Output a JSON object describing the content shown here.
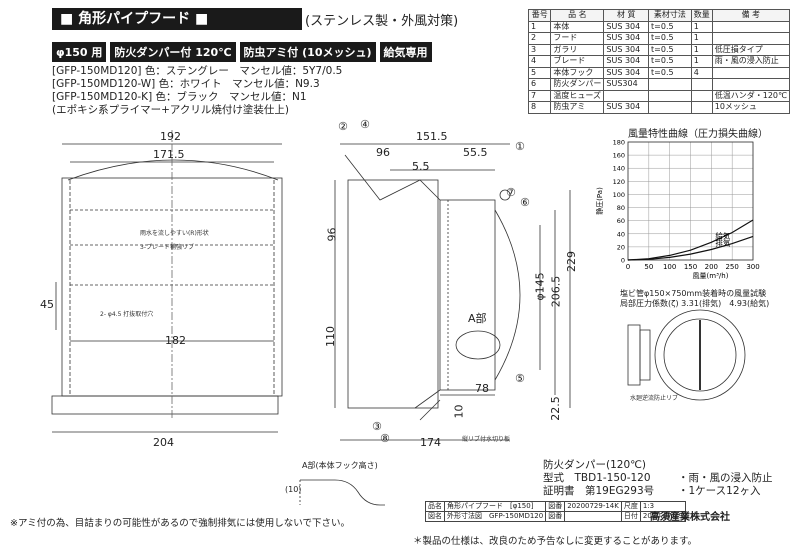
{
  "header": {
    "title": "角形パイプフード",
    "subtitle": "(ステンレス製・外風対策)",
    "badges": [
      "φ150 用",
      "防火ダンパー付 120℃",
      "防虫アミ付 (10メッシュ)",
      "給気専用"
    ],
    "variants": [
      "[GFP-150MD120] 色：ステングレー　マンセル値：5Y7/0.5",
      "[GFP-150MD120-W] 色：ホワイト　マンセル値：N9.3",
      "[GFP-150MD120-K] 色：ブラック　マンセル値：N1",
      "(エポキシ系プライマー+アクリル焼付け塗装仕上)"
    ]
  },
  "parts_table": {
    "headers": [
      "番号",
      "品 名",
      "材 質",
      "素材寸法",
      "数量",
      "備 考"
    ],
    "rows": [
      [
        "1",
        "本体",
        "SUS 304",
        "t=0.5",
        "1",
        ""
      ],
      [
        "2",
        "フード",
        "SUS 304",
        "t=0.5",
        "1",
        ""
      ],
      [
        "3",
        "ガラリ",
        "SUS 304",
        "t=0.5",
        "1",
        "低圧損タイプ"
      ],
      [
        "4",
        "ブレード",
        "SUS 304",
        "t=0.5",
        "1",
        "雨・風の浸入防止"
      ],
      [
        "5",
        "本体フック",
        "SUS 304",
        "t=0.5",
        "4",
        ""
      ],
      [
        "6",
        "防火ダンパー",
        "SUS304",
        "",
        "",
        ""
      ],
      [
        "7",
        "温度ヒューズ",
        "",
        "",
        "",
        "低温ハンダ・120℃"
      ],
      [
        "8",
        "防虫アミ",
        "SUS 304",
        "",
        "",
        "10メッシュ"
      ]
    ]
  },
  "front_view": {
    "dims": [
      "192",
      "171.5",
      "45",
      "182",
      "204"
    ],
    "notes": [
      "雨水を流しやすい(R)形状",
      "3-ブレード補強リブ",
      "2- φ4.5 打抜取付穴"
    ]
  },
  "side_view": {
    "dims": [
      "151.5",
      "96",
      "55.5",
      "5.5",
      "96",
      "110",
      "φ145",
      "206.5",
      "229",
      "78",
      "10",
      "22.5",
      "174"
    ],
    "callouts": [
      "①",
      "②",
      "③",
      "④",
      "⑤",
      "⑥",
      "⑦",
      "⑧"
    ],
    "label_a": "A部",
    "note": "縦リブ付水切り板"
  },
  "detail_a": {
    "title": "A部(本体フック高さ)",
    "dim": "(10)"
  },
  "damper_view": {
    "note": "水廻逆流防止リブ"
  },
  "chart_data": {
    "type": "line",
    "title": "風量特性曲線（圧力損失曲線）",
    "xlabel": "風量(m³/h)",
    "ylabel": "静圧(Pa)",
    "x_ticks": [
      "0",
      "50",
      "100",
      "150",
      "200",
      "250",
      "300"
    ],
    "y_ticks": [
      "0",
      "20",
      "40",
      "60",
      "80",
      "100",
      "120",
      "140",
      "160",
      "180"
    ],
    "xlim": [
      0,
      300
    ],
    "ylim": [
      0,
      180
    ],
    "grid": true,
    "series": [
      {
        "name": "給気",
        "x": [
          0,
          50,
          100,
          150,
          200,
          250,
          300
        ],
        "y": [
          0,
          2,
          7,
          15,
          27,
          42,
          61
        ]
      },
      {
        "name": "排気",
        "x": [
          0,
          50,
          100,
          150,
          200,
          250,
          300
        ],
        "y": [
          0,
          1,
          4,
          9,
          16,
          25,
          36
        ]
      }
    ],
    "notes": [
      "塩ビ管φ150×750mm装着時の風量試験",
      "局部圧力係数(ζ) 3.31(排気)　4.93(給気)"
    ]
  },
  "damper_spec": {
    "lines": [
      "防火ダンパー(120℃)",
      "型式　TBD1-150-120",
      "証明書　第19EG293号"
    ],
    "features": [
      "・雨・風の浸入防止",
      "・1ケース12ヶ入"
    ]
  },
  "title_block": {
    "rows": [
      [
        "品名",
        "角形パイプフード　[φ150]",
        "図番",
        "20200729-14K",
        "尺度",
        "1:3"
      ],
      [
        "図名",
        "外形寸法図　GFP-150MD120",
        "図番",
        "",
        "日付",
        "2020.07.29"
      ]
    ]
  },
  "company": "高須産業株式会社",
  "footnotes": [
    "※アミ付の為、目詰まりの可能性があるので強制排気には使用しないで下さい。",
    "＊製品の仕様は、改良のため予告なしに変更することがあります。"
  ]
}
